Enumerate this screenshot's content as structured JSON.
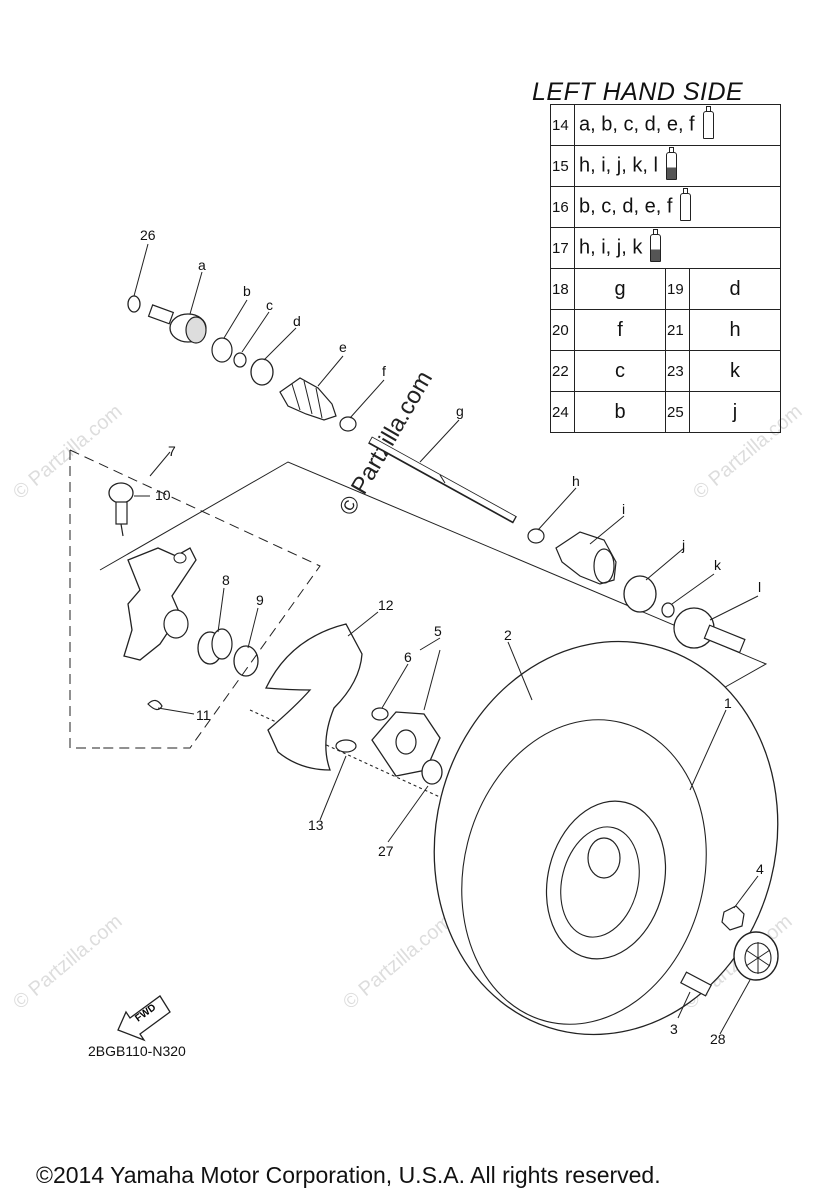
{
  "table": {
    "title": "LEFT HAND SIDE",
    "rows": [
      {
        "num": "14",
        "letters": "a, b, c, d, e, f",
        "icon": "grease-tube-icon"
      },
      {
        "num": "15",
        "letters": "h, i, j, k, l",
        "icon": "grease-tube-icon"
      },
      {
        "num": "16",
        "letters": "b, c, d, e, f",
        "icon": "grease-tube-icon"
      },
      {
        "num": "17",
        "letters": "h, i, j, k",
        "icon": "grease-tube-icon"
      }
    ],
    "pairs": [
      [
        {
          "num": "18",
          "val": "g"
        },
        {
          "num": "19",
          "val": "d"
        }
      ],
      [
        {
          "num": "20",
          "val": "f"
        },
        {
          "num": "21",
          "val": "h"
        }
      ],
      [
        {
          "num": "22",
          "val": "c"
        },
        {
          "num": "23",
          "val": "k"
        }
      ],
      [
        {
          "num": "24",
          "val": "b"
        },
        {
          "num": "25",
          "val": "j"
        }
      ]
    ]
  },
  "callouts": {
    "n1": "1",
    "n2": "2",
    "n3": "3",
    "n4": "4",
    "n5": "5",
    "n6": "6",
    "n7": "7",
    "n8": "8",
    "n9": "9",
    "n10": "10",
    "n11": "11",
    "n12": "12",
    "n13": "13",
    "n26": "26",
    "n27": "27",
    "n28": "28",
    "a": "a",
    "b": "b",
    "c": "c",
    "d": "d",
    "e": "e",
    "f": "f",
    "g": "g",
    "h": "h",
    "i": "i",
    "j": "j",
    "k": "k",
    "l": "l"
  },
  "fwd_label": "FWD",
  "diagram_code": "2BGB110-N320",
  "watermark": "© Partzilla.com",
  "watermark_faint": "© Partzilla.com",
  "copyright": "©2014  Yamaha Motor Corporation, U.S.A. All rights reserved."
}
